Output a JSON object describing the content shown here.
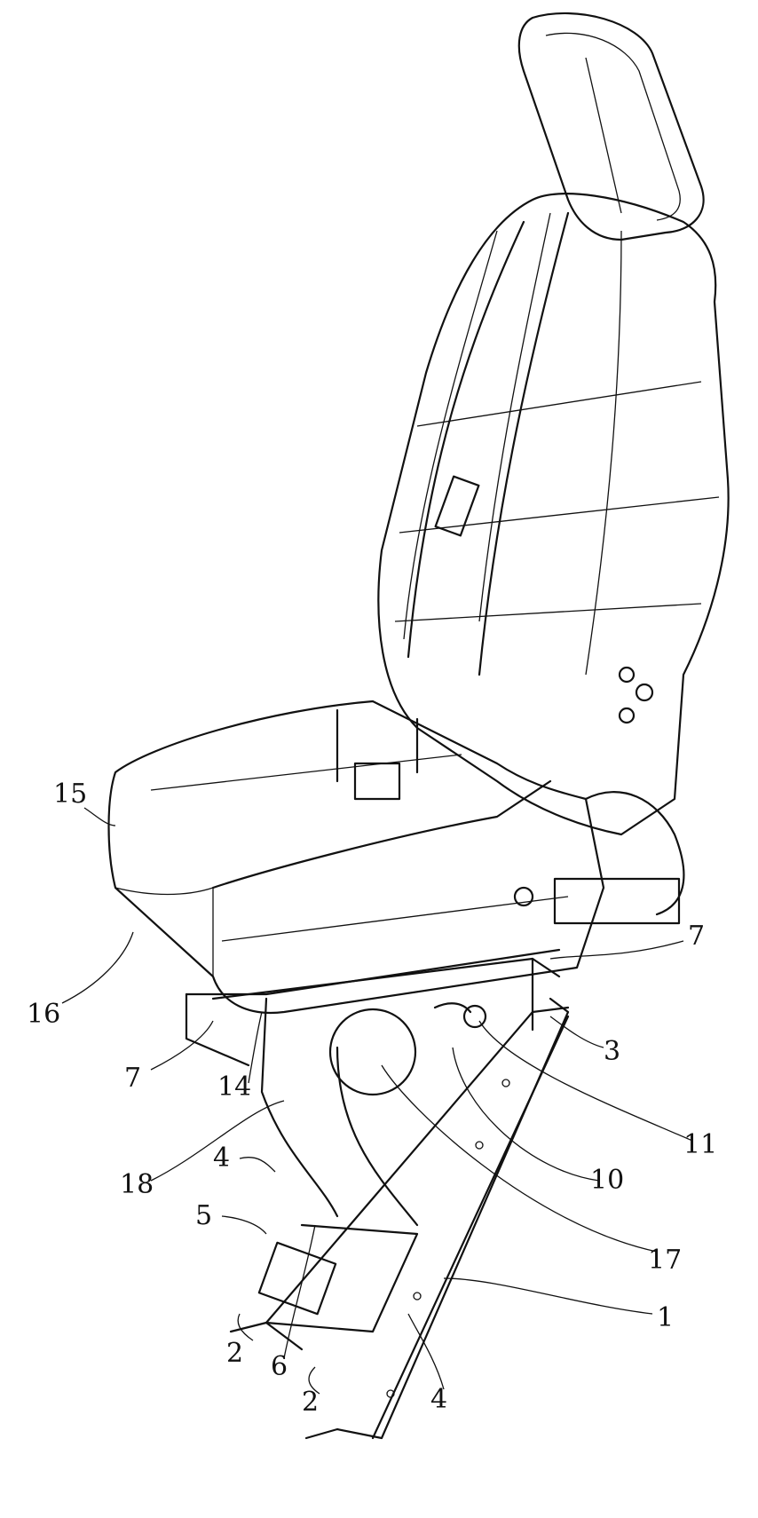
{
  "figure": {
    "labels": [
      {
        "id": "label-15",
        "text": "15"
      },
      {
        "id": "label-16",
        "text": "16"
      },
      {
        "id": "label-7a",
        "text": "7"
      },
      {
        "id": "label-14",
        "text": "14"
      },
      {
        "id": "label-7b",
        "text": "7"
      },
      {
        "id": "label-3",
        "text": "3"
      },
      {
        "id": "label-11",
        "text": "11"
      },
      {
        "id": "label-10",
        "text": "10"
      },
      {
        "id": "label-17",
        "text": "17"
      },
      {
        "id": "label-18",
        "text": "18"
      },
      {
        "id": "label-4a",
        "text": "4"
      },
      {
        "id": "label-5",
        "text": "5"
      },
      {
        "id": "label-2a",
        "text": "2"
      },
      {
        "id": "label-6",
        "text": "6"
      },
      {
        "id": "label-2b",
        "text": "2"
      },
      {
        "id": "label-4b",
        "text": "4"
      },
      {
        "id": "label-1",
        "text": "1"
      }
    ]
  }
}
